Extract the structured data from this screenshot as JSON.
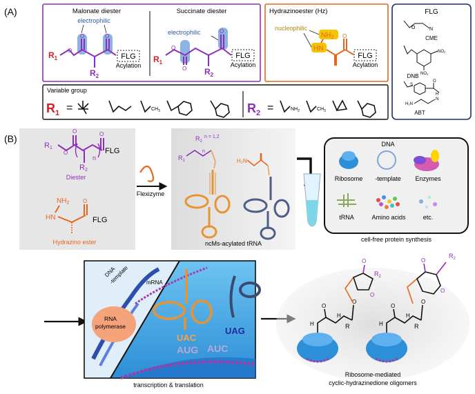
{
  "panel_a": {
    "label": "(A)",
    "malonate": {
      "title": "Malonate diester",
      "electrophilic": "electrophilic",
      "r1": "R",
      "r1_sub": "1",
      "r2": "R",
      "r2_sub": "2",
      "flg": "FLG",
      "acylation": "Acylation"
    },
    "succinate": {
      "title": "Succinate diester",
      "electrophilic": "electrophilic",
      "r1": "R",
      "r1_sub": "1",
      "r2": "R",
      "r2_sub": "2",
      "flg": "FLG",
      "acylation": "Acylation"
    },
    "hydrazino": {
      "title": "Hydrazinoester (Hz)",
      "nucleophilic": "nucleophilic",
      "nh2": "NH",
      "nh2_sub": "2",
      "hn": "HN",
      "flg": "FLG",
      "acylation": "Acylation"
    },
    "variable": {
      "title": "Variable group",
      "r1": "R",
      "r1_sub": "1",
      "r2": "R",
      "r2_sub": "2",
      "eq": "=",
      "nh2": "NH",
      "nh2_sub": "2",
      "ch3": "CH",
      "ch3_sub": "3"
    },
    "flg_box": {
      "title": "FLG",
      "items": [
        "CME",
        "DNB",
        "ABT"
      ],
      "no2": "NO",
      "no2_sub": "2",
      "n": "N",
      "h2n": "H₂N",
      "o": "O",
      "s": "S",
      "h": "H"
    }
  },
  "panel_b": {
    "label": "(B)",
    "diester": {
      "r1": "R",
      "r1_sub": "1",
      "r2": "R",
      "r2_sub": "2",
      "n": "n",
      "flg": "FLG",
      "label": "Diester"
    },
    "hydrazino": {
      "nh2": "NH",
      "nh2_sub": "2",
      "hn": "HN",
      "flg": "FLG",
      "label": "Hydrazino ester"
    },
    "flexizyme": "Flexizyme",
    "trna_box": {
      "label": "ncMs-acylated tRNA",
      "n_eq": "n = 1,2",
      "r1": "R",
      "r1_sub": "1",
      "r2": "R",
      "r2_sub": "2",
      "n": "n",
      "h2n": "H₂N",
      "nh": "N H"
    },
    "cellfree": {
      "items": [
        "Ribosome",
        "DNA\n-template",
        "Enzymes",
        "tRNA",
        "Amino acids",
        "etc."
      ],
      "caption": "cell-free protein synthesis"
    },
    "transcription": {
      "dna": "DNA\n-template",
      "mrna": "mRNA",
      "rnap": "RNA\npolymerase",
      "uac": "UAC",
      "aug": "AUG",
      "auc": "AUC",
      "uag": "UAG",
      "caption": "transcription & translation"
    },
    "oligomers": {
      "r": "R",
      "r2": "R",
      "r2_sub": "2",
      "h": "H",
      "caption_line1": "Ribosome-mediated",
      "caption_line2": "cyclic-hydrazinedione oligomers"
    }
  },
  "colors": {
    "purple": "#8b2fb8",
    "orange": "#e8661c",
    "red": "#d31f26",
    "blue_highlight": "#8db4e0",
    "yellow": "#f5c400",
    "navy": "#1d2c6b",
    "ribosome": "#2d8fd8",
    "gray_bg": "#e8e8e8"
  }
}
